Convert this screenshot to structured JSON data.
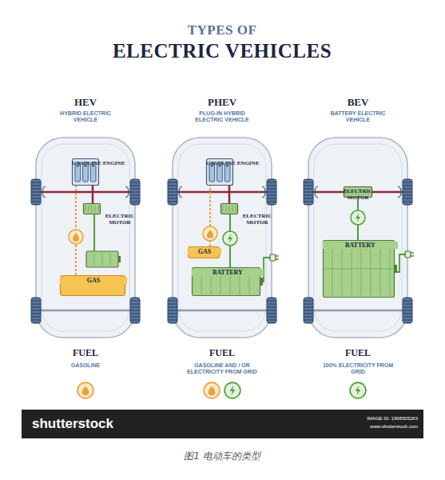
{
  "diagram": {
    "title": "ELECTRIC VEHICLES",
    "caption": "图1 电动车的类型",
    "nodes": [
      {
        "text": [
          "HEV",
          "HYBRID ELECTRIC VEHICLE"
        ]
      },
      {
        "text": [
          "GASOLINE ENGINE"
        ],
        "in": 0
      },
      {
        "text": [
          "ELECTRIC MOTOR"
        ],
        "in": 0
      },
      {
        "text": [
          "GAS"
        ],
        "in": 0
      },
      {
        "text": [
          "PHEV",
          "PLUG-IN HYBRID ELECTRIC VEHICLE"
        ]
      },
      {
        "text": [
          "GASOLINE ENGINE"
        ],
        "in": 4
      },
      {
        "text": [
          "ELECTRIC MOTOR"
        ],
        "in": 4
      },
      {
        "text": [
          "GAS"
        ],
        "in": 4
      },
      {
        "text": [
          "BATTERY"
        ],
        "in": 4
      },
      {
        "text": [
          "BEV",
          "BATTERY ELECTRIC VEHICLE"
        ]
      },
      {
        "text": [
          "ELECTRIC MOTOR"
        ],
        "in": 9
      },
      {
        "text": [
          "BATTERY"
        ],
        "in": 9
      }
    ],
    "edges": [
      {
        "from": 3,
        "to": 1,
        "arrow": "none"
      },
      {
        "from": 1,
        "to": 2,
        "arrow": "none"
      },
      {
        "from": 7,
        "to": 5,
        "arrow": "none"
      },
      {
        "from": 5,
        "to": 6,
        "arrow": "none"
      },
      {
        "from": 6,
        "to": 8,
        "arrow": "none"
      },
      {
        "from": 10,
        "to": 11,
        "arrow": "none"
      }
    ],
    "labels": [
      "TYPES OF",
      "FUEL",
      "GASOLINE",
      "FUEL",
      "GASOLINE AND / OR ELECTRICITY FROM GRID",
      "FUEL",
      "100% ELECTRICITY FROM GRID",
      "shutterstock",
      "IMAGE ID: 1968305263",
      "www.shutterstock.com"
    ]
  }
}
